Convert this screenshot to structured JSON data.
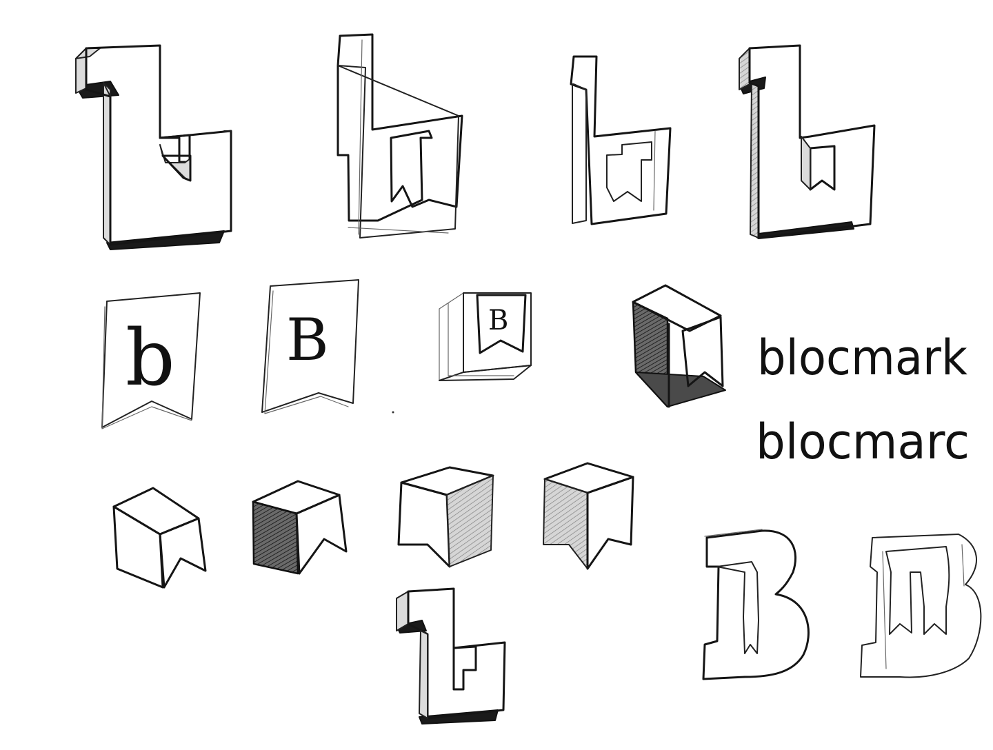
{
  "sketch": {
    "banner_letters": {
      "first": "b",
      "second": "B",
      "third": "B"
    },
    "wordmarks": {
      "line1": "blocmark",
      "line2": "blocmarc"
    }
  }
}
